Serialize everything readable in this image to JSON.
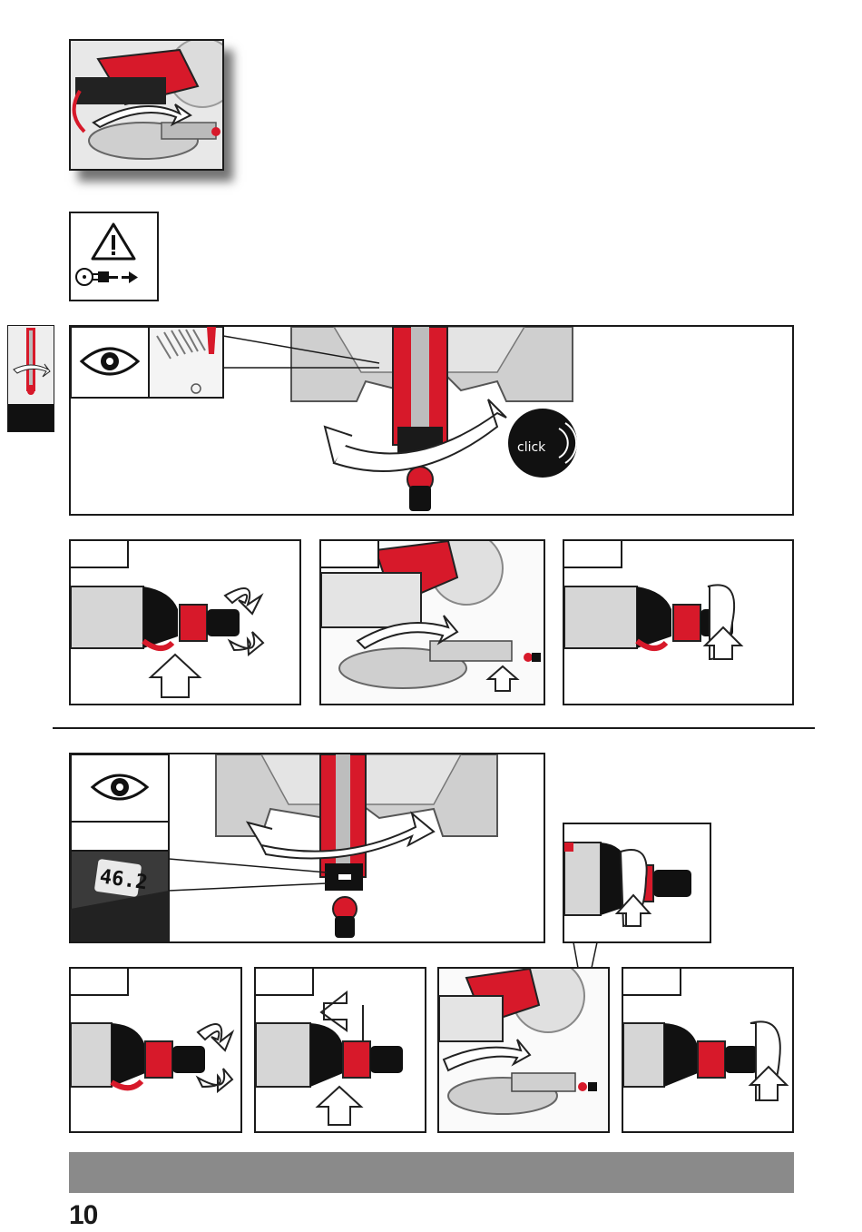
{
  "page": {
    "number": "10",
    "bottom_bar_text": ""
  },
  "icons": {
    "warning": "warning-triangle-icon",
    "unplug": "unplug-icon",
    "eye": "eye-icon",
    "click": "click-icon"
  },
  "labels": {
    "click": "click",
    "display_reading": "46.2"
  },
  "colors": {
    "accent_red": "#d7192a",
    "tool_gray": "#cfcfcf",
    "dark": "#1a1a1a",
    "bar_gray": "#8a8a8a"
  }
}
